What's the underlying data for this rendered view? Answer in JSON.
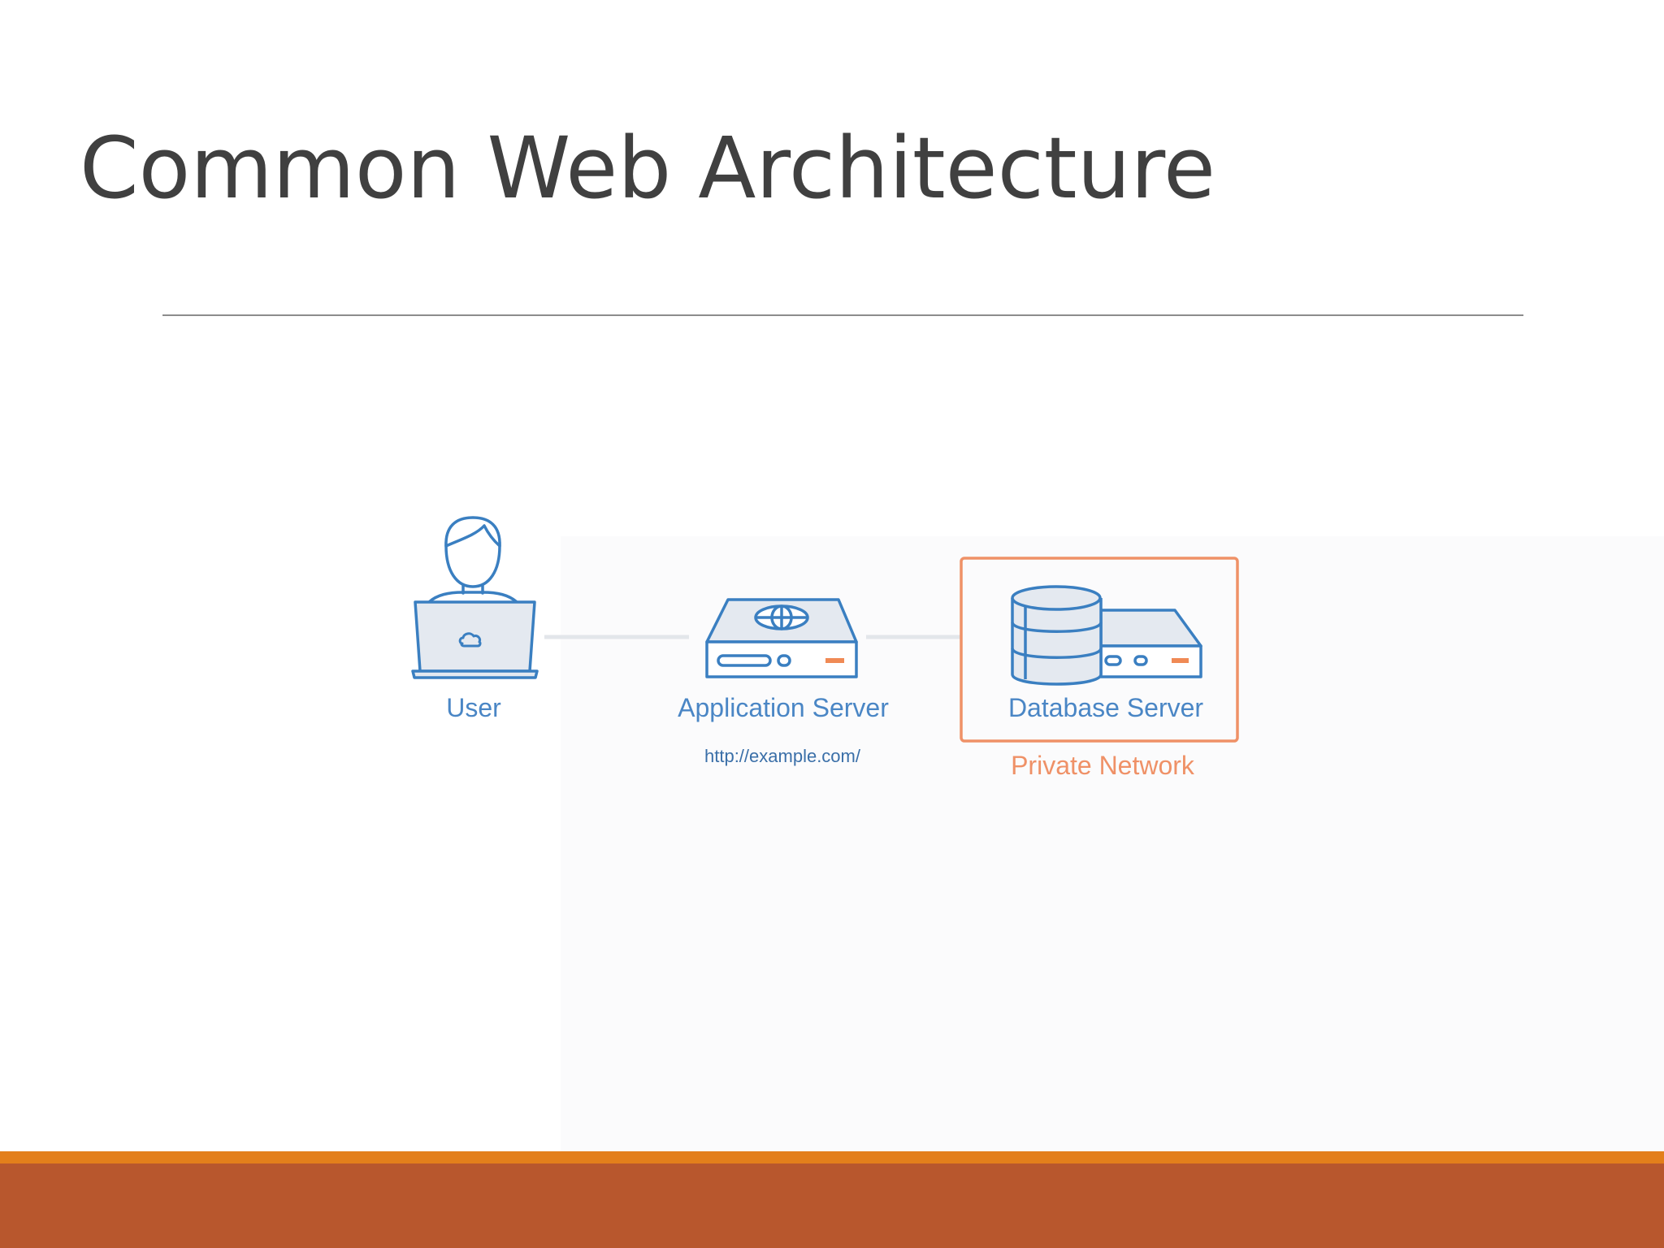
{
  "slide": {
    "title": "Common Web Architecture"
  },
  "diagram": {
    "nodes": {
      "user": {
        "label": "User",
        "icon": "user-laptop-icon"
      },
      "app_server": {
        "label": "Application Server",
        "url": "http://example.com/",
        "icon": "web-server-icon"
      },
      "db_server": {
        "label": "Database Server",
        "icon": "database-server-icon"
      }
    },
    "group": {
      "label": "Private Network"
    }
  },
  "colors": {
    "icon_blue": "#3a7fc1",
    "label_blue": "#4a86c5",
    "private_network": "#ef9167",
    "accent_orange": "#f08a55",
    "connector": "#e3e6ea",
    "footer_stripe": "#e37f1b",
    "footer_bar": "#b8572d"
  }
}
